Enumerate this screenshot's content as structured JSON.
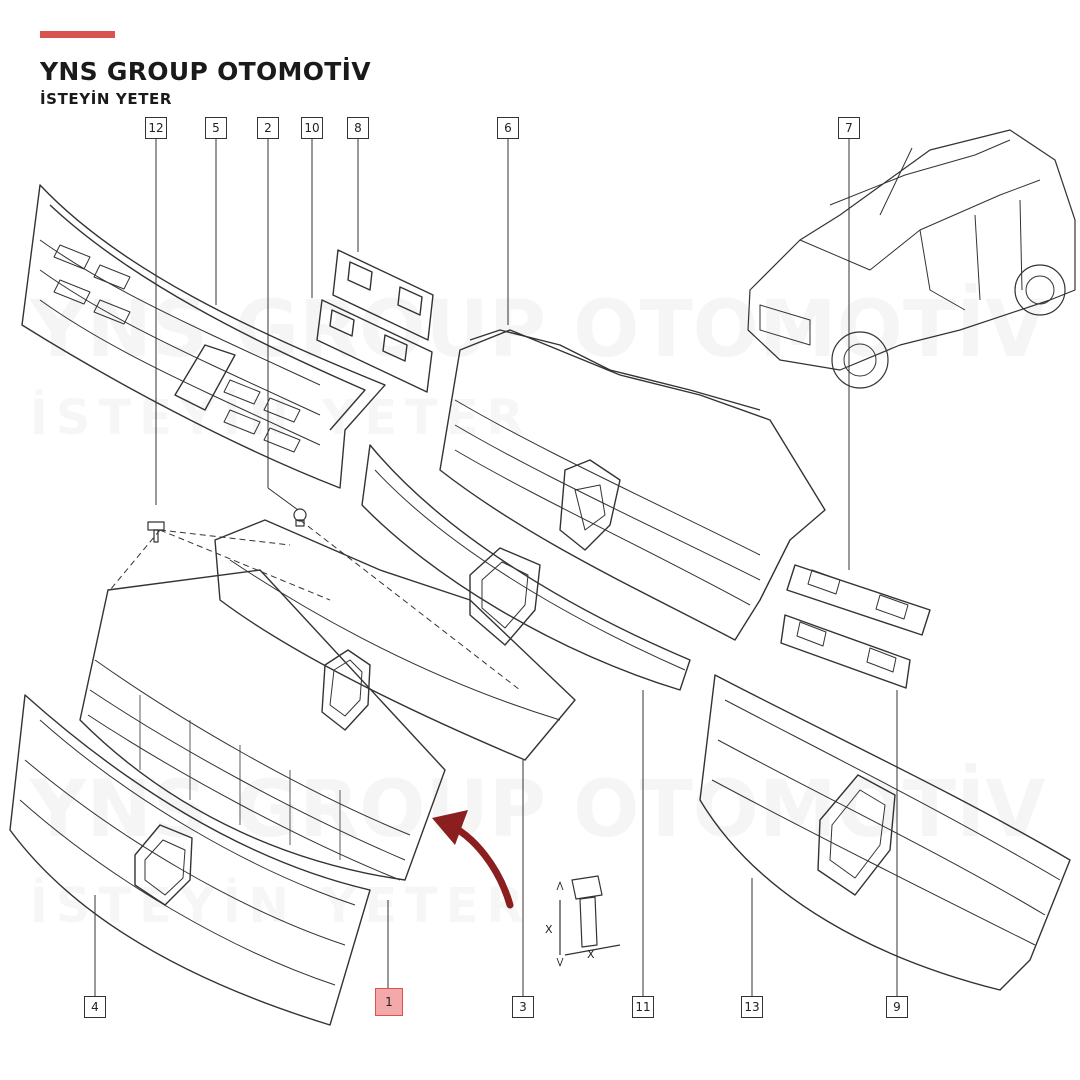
{
  "header": {
    "brand_title": "YNS GROUP OTOMOTİV",
    "brand_subtitle": "İSTEYİN YETER"
  },
  "watermark": {
    "text": "YNS GROUP OTOMOTİV",
    "sub": "İSTEYİN YETER"
  },
  "callouts": {
    "c12": "12",
    "c5": "5",
    "c2": "2",
    "c10": "10",
    "c8": "8",
    "c6": "6",
    "c7": "7",
    "c4": "4",
    "c1": "1",
    "c3": "3",
    "c11": "11",
    "c13": "13",
    "c9": "9"
  },
  "dimension_labels": {
    "x1": "X",
    "x2": "X"
  },
  "colors": {
    "accent": "#d9534f",
    "arrow": "#8b1e1e",
    "line": "#333333"
  }
}
